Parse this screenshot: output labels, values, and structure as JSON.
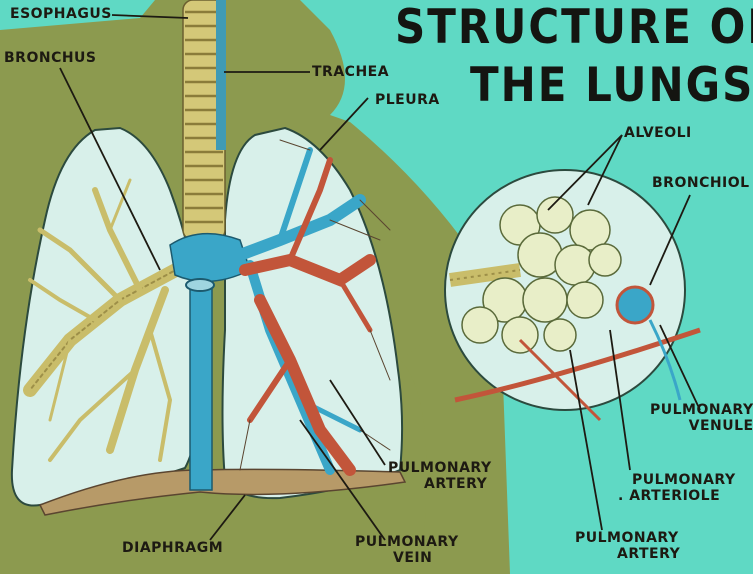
{
  "title": {
    "line1": "STRUCTURE OF",
    "line2": "THE LUNGS"
  },
  "labels": {
    "esophagus": "ESOPHAGUS",
    "bronchus": "BRONCHUS",
    "trachea": "TRACHEA",
    "pleura": "PLEURA",
    "alveoli": "ALVEOLI",
    "bronchiole": "BRONCHIOL",
    "pulmonary_venule": [
      "PULMONARY",
      "VENULE"
    ],
    "pulmonary_arteriole": [
      "PULMONARY",
      ". ARTERIOLE"
    ],
    "pulmonary_artery_detail": [
      "PULMONARY",
      "ARTERY"
    ],
    "pulmonary_artery": [
      "PULMONARY",
      "ARTERY"
    ],
    "pulmonary_vein": [
      "PULMONARY",
      "VEIN"
    ],
    "diaphragm": "DIAPHRAGM"
  },
  "colors": {
    "background": "#5fd9c4",
    "body": "#8c9a4f",
    "lung": "#d8f0ea",
    "vein": "#3aa6c8",
    "artery": "#c2553a",
    "airway": "#d4c878",
    "alveoli": "#e8eec8",
    "text": "#1d1a12"
  }
}
